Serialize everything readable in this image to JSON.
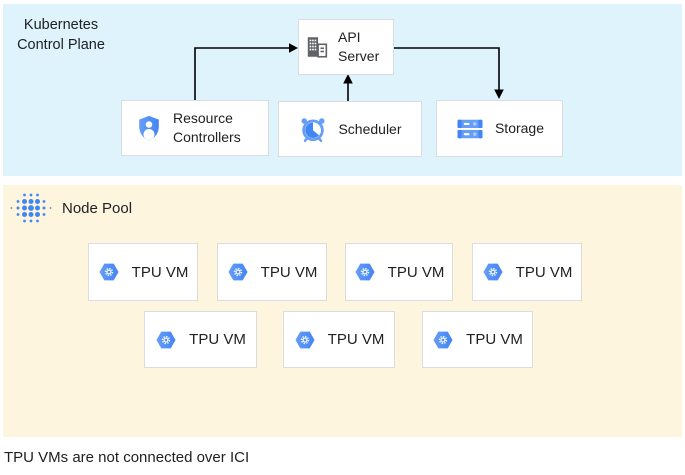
{
  "colors": {
    "control_plane_bg": "#DFF3FD",
    "node_pool_bg": "#FDF5DE",
    "box_bg": "#FFFFFF",
    "box_border": "#DADCE0",
    "text": "#202124",
    "blue": "#4285F4",
    "light_blue": "#669DF6",
    "pale_blue": "#AECBFA",
    "gray_icon": "#5F6368",
    "arrow": "#000000"
  },
  "control_plane": {
    "title": "Kubernetes Control Plane",
    "nodes": {
      "api_server": {
        "label": "API Server",
        "icon": "building-icon"
      },
      "resource_controllers": {
        "label": "Resource Controllers",
        "icon": "shield-person-icon"
      },
      "scheduler": {
        "label": "Scheduler",
        "icon": "alarm-clock-icon"
      },
      "storage": {
        "label": "Storage",
        "icon": "storage-disks-icon"
      }
    },
    "arrows": [
      {
        "from": "resource_controllers",
        "to": "api_server"
      },
      {
        "from": "scheduler",
        "to": "api_server"
      },
      {
        "from": "api_server",
        "to": "storage"
      }
    ]
  },
  "node_pool": {
    "label": "Node Pool",
    "icon": "dot-cluster-icon",
    "rows": [
      4,
      3
    ],
    "vms": [
      {
        "label": "TPU VM",
        "icon": "tpu-hexagon-icon"
      },
      {
        "label": "TPU VM",
        "icon": "tpu-hexagon-icon"
      },
      {
        "label": "TPU VM",
        "icon": "tpu-hexagon-icon"
      },
      {
        "label": "TPU VM",
        "icon": "tpu-hexagon-icon"
      },
      {
        "label": "TPU VM",
        "icon": "tpu-hexagon-icon"
      },
      {
        "label": "TPU VM",
        "icon": "tpu-hexagon-icon"
      },
      {
        "label": "TPU VM",
        "icon": "tpu-hexagon-icon"
      }
    ]
  },
  "footnote": {
    "text": "TPU VMs are not connected over ICI"
  }
}
